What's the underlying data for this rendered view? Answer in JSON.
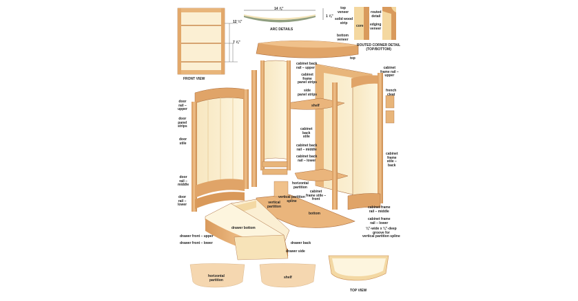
{
  "colors": {
    "wood_light": "#f3e0b8",
    "wood_mid": "#e8b57a",
    "wood_dark": "#c98a4e",
    "panel": "#fbf1d6",
    "edge": "#a8693a",
    "green": "#8f9e80"
  },
  "captions": {
    "front_view": "FRONT VIEW",
    "arc_details": "ARC DETAILS",
    "routed_corner": "ROUTED CORNER DETAIL\n(TOP/BOTTOM)",
    "top_view": "TOP VIEW"
  },
  "dimensions": {
    "arc_width": "14 ⅞\"",
    "arc_height": "1 ⅞\"",
    "upper_spacing": "12 ¼\"",
    "lower_spacing": "7 ⅞\""
  },
  "corner_labels": {
    "top_veneer": "top\nveneer",
    "solid_wood_strip": "solid wood\nstrip",
    "core": "core",
    "bottom_veneer": "bottom\nveneer",
    "routed_detail": "routed\ndetail",
    "edging_veneer": "edging\nveneer"
  },
  "parts": {
    "top": "top",
    "cabinet_back_rail_upper": "cabinet back\nrail – upper",
    "cabinet_frame_panel_strips": "cabinet\nframe\npanel strips",
    "side_panel_strips": "side\npanel strips",
    "shelf": "shelf",
    "cabinet_back_stile": "cabinet\nback\nstile",
    "cabinet_back_rail_middle": "cabinet back\nrail – middle",
    "cabinet_back_rail_lower": "cabinet back\nrail – lower",
    "horizontal_partition": "horizontal\npartition",
    "cabinet_frame_stile_front": "cabinet\nframe stile –\nfront",
    "vertical_partition_spline": "vertical partition\nspline",
    "vertical_partition": "vertical\npartition",
    "bottom": "bottom",
    "cabinet_frame_rail_upper": "cabinet\nframe rail –\nupper",
    "french_cleat": "french\ncleat",
    "cabinet_frame_stile_back": "cabinet\nframe\nstile –\nback",
    "cabinet_frame_rail_middle": "cabinet frame\nrail – middle",
    "cabinet_frame_rail_lower": "cabinet frame\nrail – lower",
    "groove": "⅛\"-wide x ⅛\"-deep\ngroove for\nvertical partition spline",
    "door_rail_upper": "door\nrail –\nupper",
    "door_panel_strips": "door\npanel\nstrips",
    "door_stile": "door\nstile",
    "door_rail_middle": "door\nrail –\nmiddle",
    "door_rail_lower": "door\nrail –\nlower",
    "drawer_bottom": "drawer bottom",
    "drawer_front_upper": "drawer front – upper",
    "drawer_front_lower": "drawer front – lower",
    "drawer_back": "drawer back",
    "drawer_side": "drawer side",
    "template_horizontal_partition": "horizontal\npartition",
    "template_shelf": "shelf"
  }
}
